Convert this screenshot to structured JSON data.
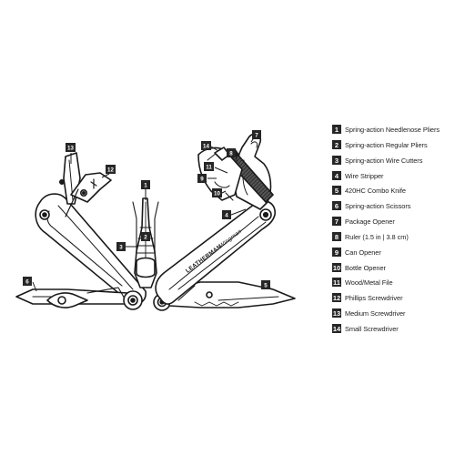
{
  "brand": {
    "logo_text": "LEATHERMAN",
    "model_text": "Wingman"
  },
  "colors": {
    "ink": "#1a1a1a",
    "badge": "#262626",
    "file_texture": "#3a3a3a"
  },
  "callouts": [
    "1",
    "2",
    "3",
    "4",
    "5",
    "6",
    "7",
    "8",
    "9",
    "10",
    "11",
    "12",
    "13",
    "14"
  ],
  "legend": [
    {
      "num": "1",
      "label": "Spring-action Needlenose Pliers"
    },
    {
      "num": "2",
      "label": "Spring-action Regular Pliers"
    },
    {
      "num": "3",
      "label": "Spring-action Wire Cutters"
    },
    {
      "num": "4",
      "label": "Wire Stripper"
    },
    {
      "num": "5",
      "label": "420HC Combo Knife"
    },
    {
      "num": "6",
      "label": "Spring-action Scissors"
    },
    {
      "num": "7",
      "label": "Package Opener"
    },
    {
      "num": "8",
      "label": "Ruler (1.5 in | 3.8 cm)"
    },
    {
      "num": "9",
      "label": "Can Opener"
    },
    {
      "num": "10",
      "label": "Bottle Opener"
    },
    {
      "num": "11",
      "label": "Wood/Metal File"
    },
    {
      "num": "12",
      "label": "Phillips Screwdriver"
    },
    {
      "num": "13",
      "label": "Medium Screwdriver"
    },
    {
      "num": "14",
      "label": "Small Screwdriver"
    }
  ]
}
